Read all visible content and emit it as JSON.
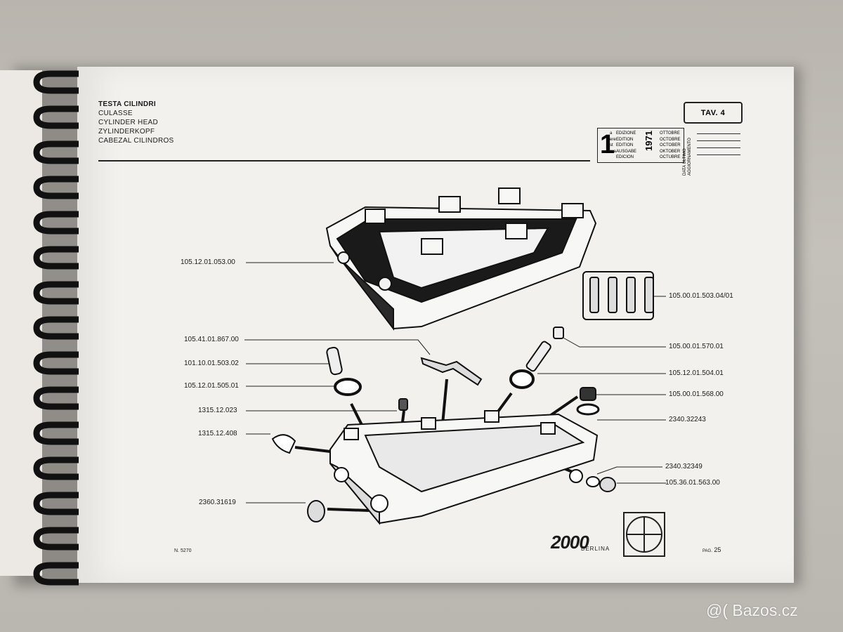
{
  "title": {
    "lines": [
      "TESTA CILINDRI",
      "CULASSE",
      "CYLINDER HEAD",
      "ZYLINDERKOPF",
      "CABEZAL CILINDROS"
    ]
  },
  "tav": "TAV. 4",
  "edition": {
    "number": "1",
    "suffixes": [
      "a",
      "ere",
      "st",
      "",
      "era"
    ],
    "words": [
      "EDIZIONE",
      "EDITION",
      "EDITION",
      "AUSGABE",
      "EDICION"
    ],
    "year": "1971",
    "months": [
      "OTTOBRE",
      "OCTOBRE",
      "OCTOBER",
      "OKTOBER",
      "OCTUBRE"
    ],
    "update_label_1": "DATA ULTIMO",
    "update_label_2": "AGGIORNAMENTO"
  },
  "parts": [
    "105.12.01.053.00",
    "105.00.01.503.04/01",
    "105.41.01.867.00",
    "101.10.01.503.02",
    "105.12.01.505.01",
    "1315.12.023",
    "1315.12.408",
    "2360.31619",
    "105.00.01.570.01",
    "105.12.01.504.01",
    "105.00.01.568.00",
    "2340.32243",
    "2340.32349",
    "105.36.01.563.00"
  ],
  "footer": {
    "doc_number": "N. 5270",
    "model_logo": "2000",
    "model_sub": "BERLINA",
    "page_prefix": "PAG.",
    "page": "25"
  },
  "watermark": "@( Bazos.cz",
  "colors": {
    "paper": "#f2f1ee",
    "ink": "#1b1b1b",
    "background": "#bdb9b3",
    "binding": "#111111"
  }
}
